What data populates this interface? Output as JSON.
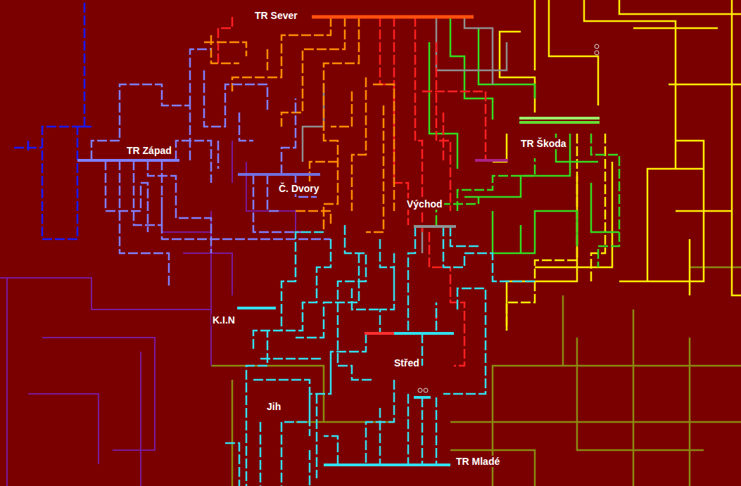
{
  "diagram": {
    "labels": [
      "TR Sever",
      "TR Západ",
      "Č. Dvory",
      "TR Škoda",
      "Východ",
      "K.I.N",
      "Střed",
      "Jih",
      "TR Mladé"
    ]
  }
}
